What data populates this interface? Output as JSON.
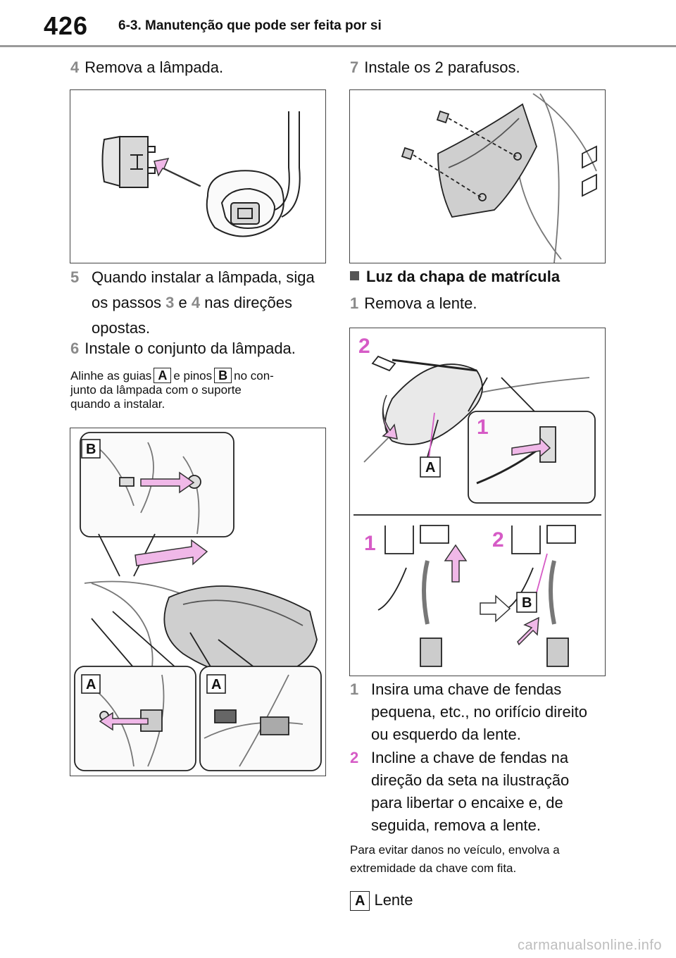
{
  "header": {
    "page_number": "426",
    "section": "6-3. Manutenção que pode ser feita por si"
  },
  "left": {
    "step4": {
      "num": "4",
      "text": "Remova a lâmpada."
    },
    "step5": {
      "num": "5",
      "line1": "Quando instalar a lâmpada, siga",
      "line2_pre": "os passos ",
      "ref_a": "3",
      "mid": " e ",
      "ref_b": "4",
      "line2_post": " nas direções",
      "line3": "opostas."
    },
    "step6": {
      "num": "6",
      "text": "Instale o conjunto da lâmpada."
    },
    "note": {
      "pre": "Alinhe as guias",
      "label_a": "A",
      "mid": "e pinos",
      "label_b": "B",
      "post": "no con-",
      "line2": "junto da lâmpada com o suporte",
      "line3": "quando a instalar."
    },
    "fig_labels": {
      "b": "B",
      "a1": "A",
      "a2": "A"
    }
  },
  "right": {
    "step7": {
      "num": "7",
      "text": "Instale os 2 parafusos."
    },
    "subhead": "Luz da chapa de matrícula",
    "step1a": {
      "num": "1",
      "text": "Remova a lente."
    },
    "fig_labels": {
      "n2_top": "2",
      "n1_top": "1",
      "a": "A",
      "n1_bottom": "1",
      "n2_bottom": "2",
      "b": "B"
    },
    "step1b": {
      "num": "1",
      "line1": "Insira uma chave de fendas",
      "line2": "pequena, etc., no orifício direito",
      "line3": "ou esquerdo da lente."
    },
    "step2": {
      "num": "2",
      "line1": "Incline a chave de fendas na",
      "line2": "direção da seta na ilustração",
      "line3": "para libertar o encaixe e, de",
      "line4": "seguida, remova a lente."
    },
    "note": {
      "line1": "Para evitar danos no veículo, envolva a",
      "line2": "extremidade da chave com fita."
    },
    "legend": {
      "label": "A",
      "text": "Lente"
    }
  },
  "footer": {
    "watermark": "carmanualsonline.info"
  },
  "colors": {
    "pink": "#d65bc6",
    "arrow_fill": "#f0b8e8",
    "gray_num": "#8a8a8a"
  }
}
